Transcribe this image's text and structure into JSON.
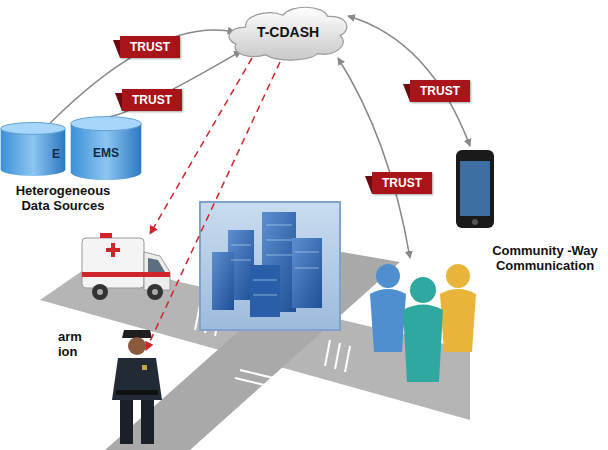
{
  "diagram": {
    "nodes": [
      {
        "text": [
          "T-CDASH"
        ]
      },
      {
        "text": [
          "E"
        ]
      },
      {
        "text": [
          "EMS"
        ]
      }
    ],
    "edges": [
      {
        "from": 1,
        "to": 0,
        "arrow": "to",
        "label": "TRUST"
      },
      {
        "from": 2,
        "to": 0,
        "arrow": "to",
        "label": "TRUST"
      }
    ],
    "labels": [
      "TRUST",
      "TRUST",
      "Heterogeneous Data Sources",
      "arm ion",
      "Community -Way Communication"
    ]
  }
}
